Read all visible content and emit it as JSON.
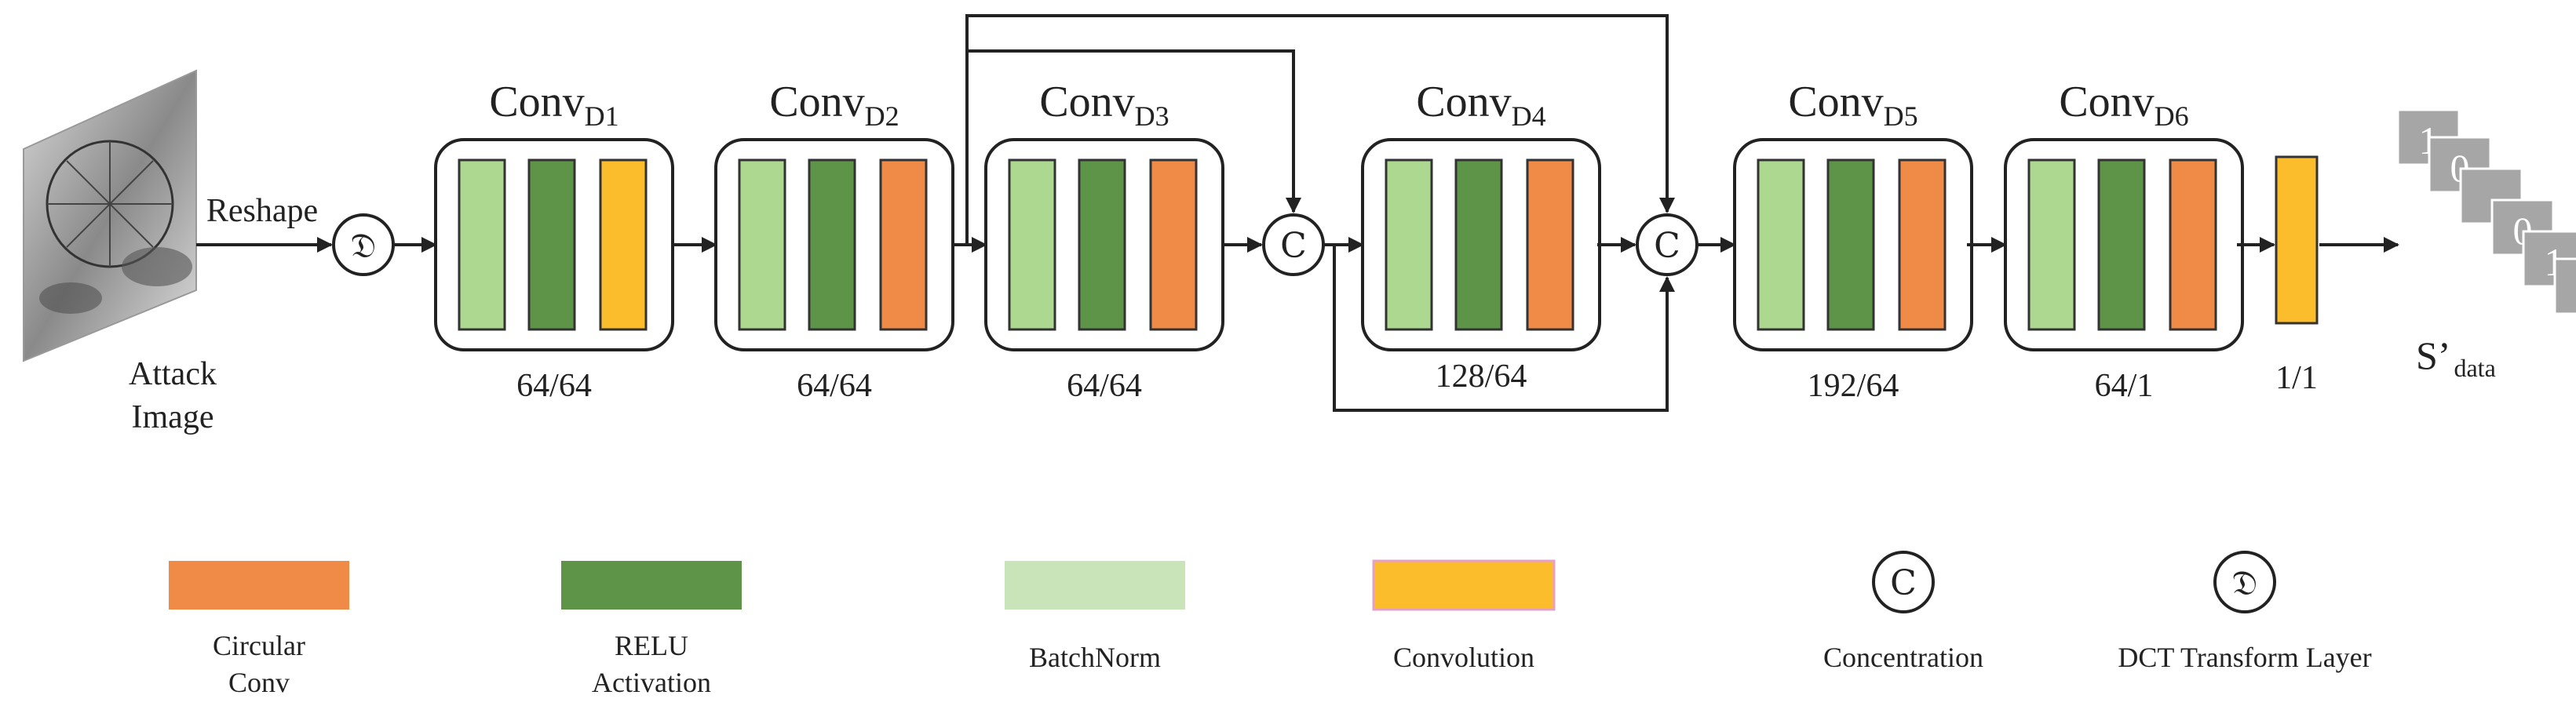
{
  "input": {
    "label_line1": "Attack",
    "label_line2": "Image",
    "reshape_label": "Reshape"
  },
  "operators": {
    "dct_symbol": "𝔇",
    "concat_symbol": "C"
  },
  "blocks": [
    {
      "title": "Conv",
      "sub": "D1",
      "channels": "64/64",
      "last_layer": "convolution"
    },
    {
      "title": "Conv",
      "sub": "D2",
      "channels": "64/64",
      "last_layer": "circular_conv"
    },
    {
      "title": "Conv",
      "sub": "D3",
      "channels": "64/64",
      "last_layer": "circular_conv"
    },
    {
      "title": "Conv",
      "sub": "D4",
      "channels": "128/64",
      "last_layer": "circular_conv"
    },
    {
      "title": "Conv",
      "sub": "D5",
      "channels": "192/64",
      "last_layer": "circular_conv"
    },
    {
      "title": "Conv",
      "sub": "D6",
      "channels": "64/1",
      "last_layer": "circular_conv"
    }
  ],
  "final_conv": {
    "channels": "1/1"
  },
  "output": {
    "main": "S’",
    "sub": "data",
    "digits": [
      "1",
      "0",
      "",
      "0",
      "1",
      "1"
    ]
  },
  "colors": {
    "circular_conv": "#f08a47",
    "relu": "#5d9448",
    "batchnorm": "#acd890",
    "convolution": "#fcbd2c",
    "legend_batchnorm": "#c9e4b8",
    "output_card": "#a6a6a6"
  },
  "legend": [
    {
      "key": "circular_conv",
      "line1": "Circular",
      "line2": "Conv"
    },
    {
      "key": "relu",
      "line1": "RELU",
      "line2": "Activation"
    },
    {
      "key": "batchnorm",
      "line1": "BatchNorm",
      "line2": ""
    },
    {
      "key": "convolution",
      "line1": "Convolution",
      "line2": ""
    },
    {
      "key": "concat",
      "line1": "Concentration",
      "line2": ""
    },
    {
      "key": "dct",
      "line1": "DCT Transform Layer",
      "line2": ""
    }
  ]
}
